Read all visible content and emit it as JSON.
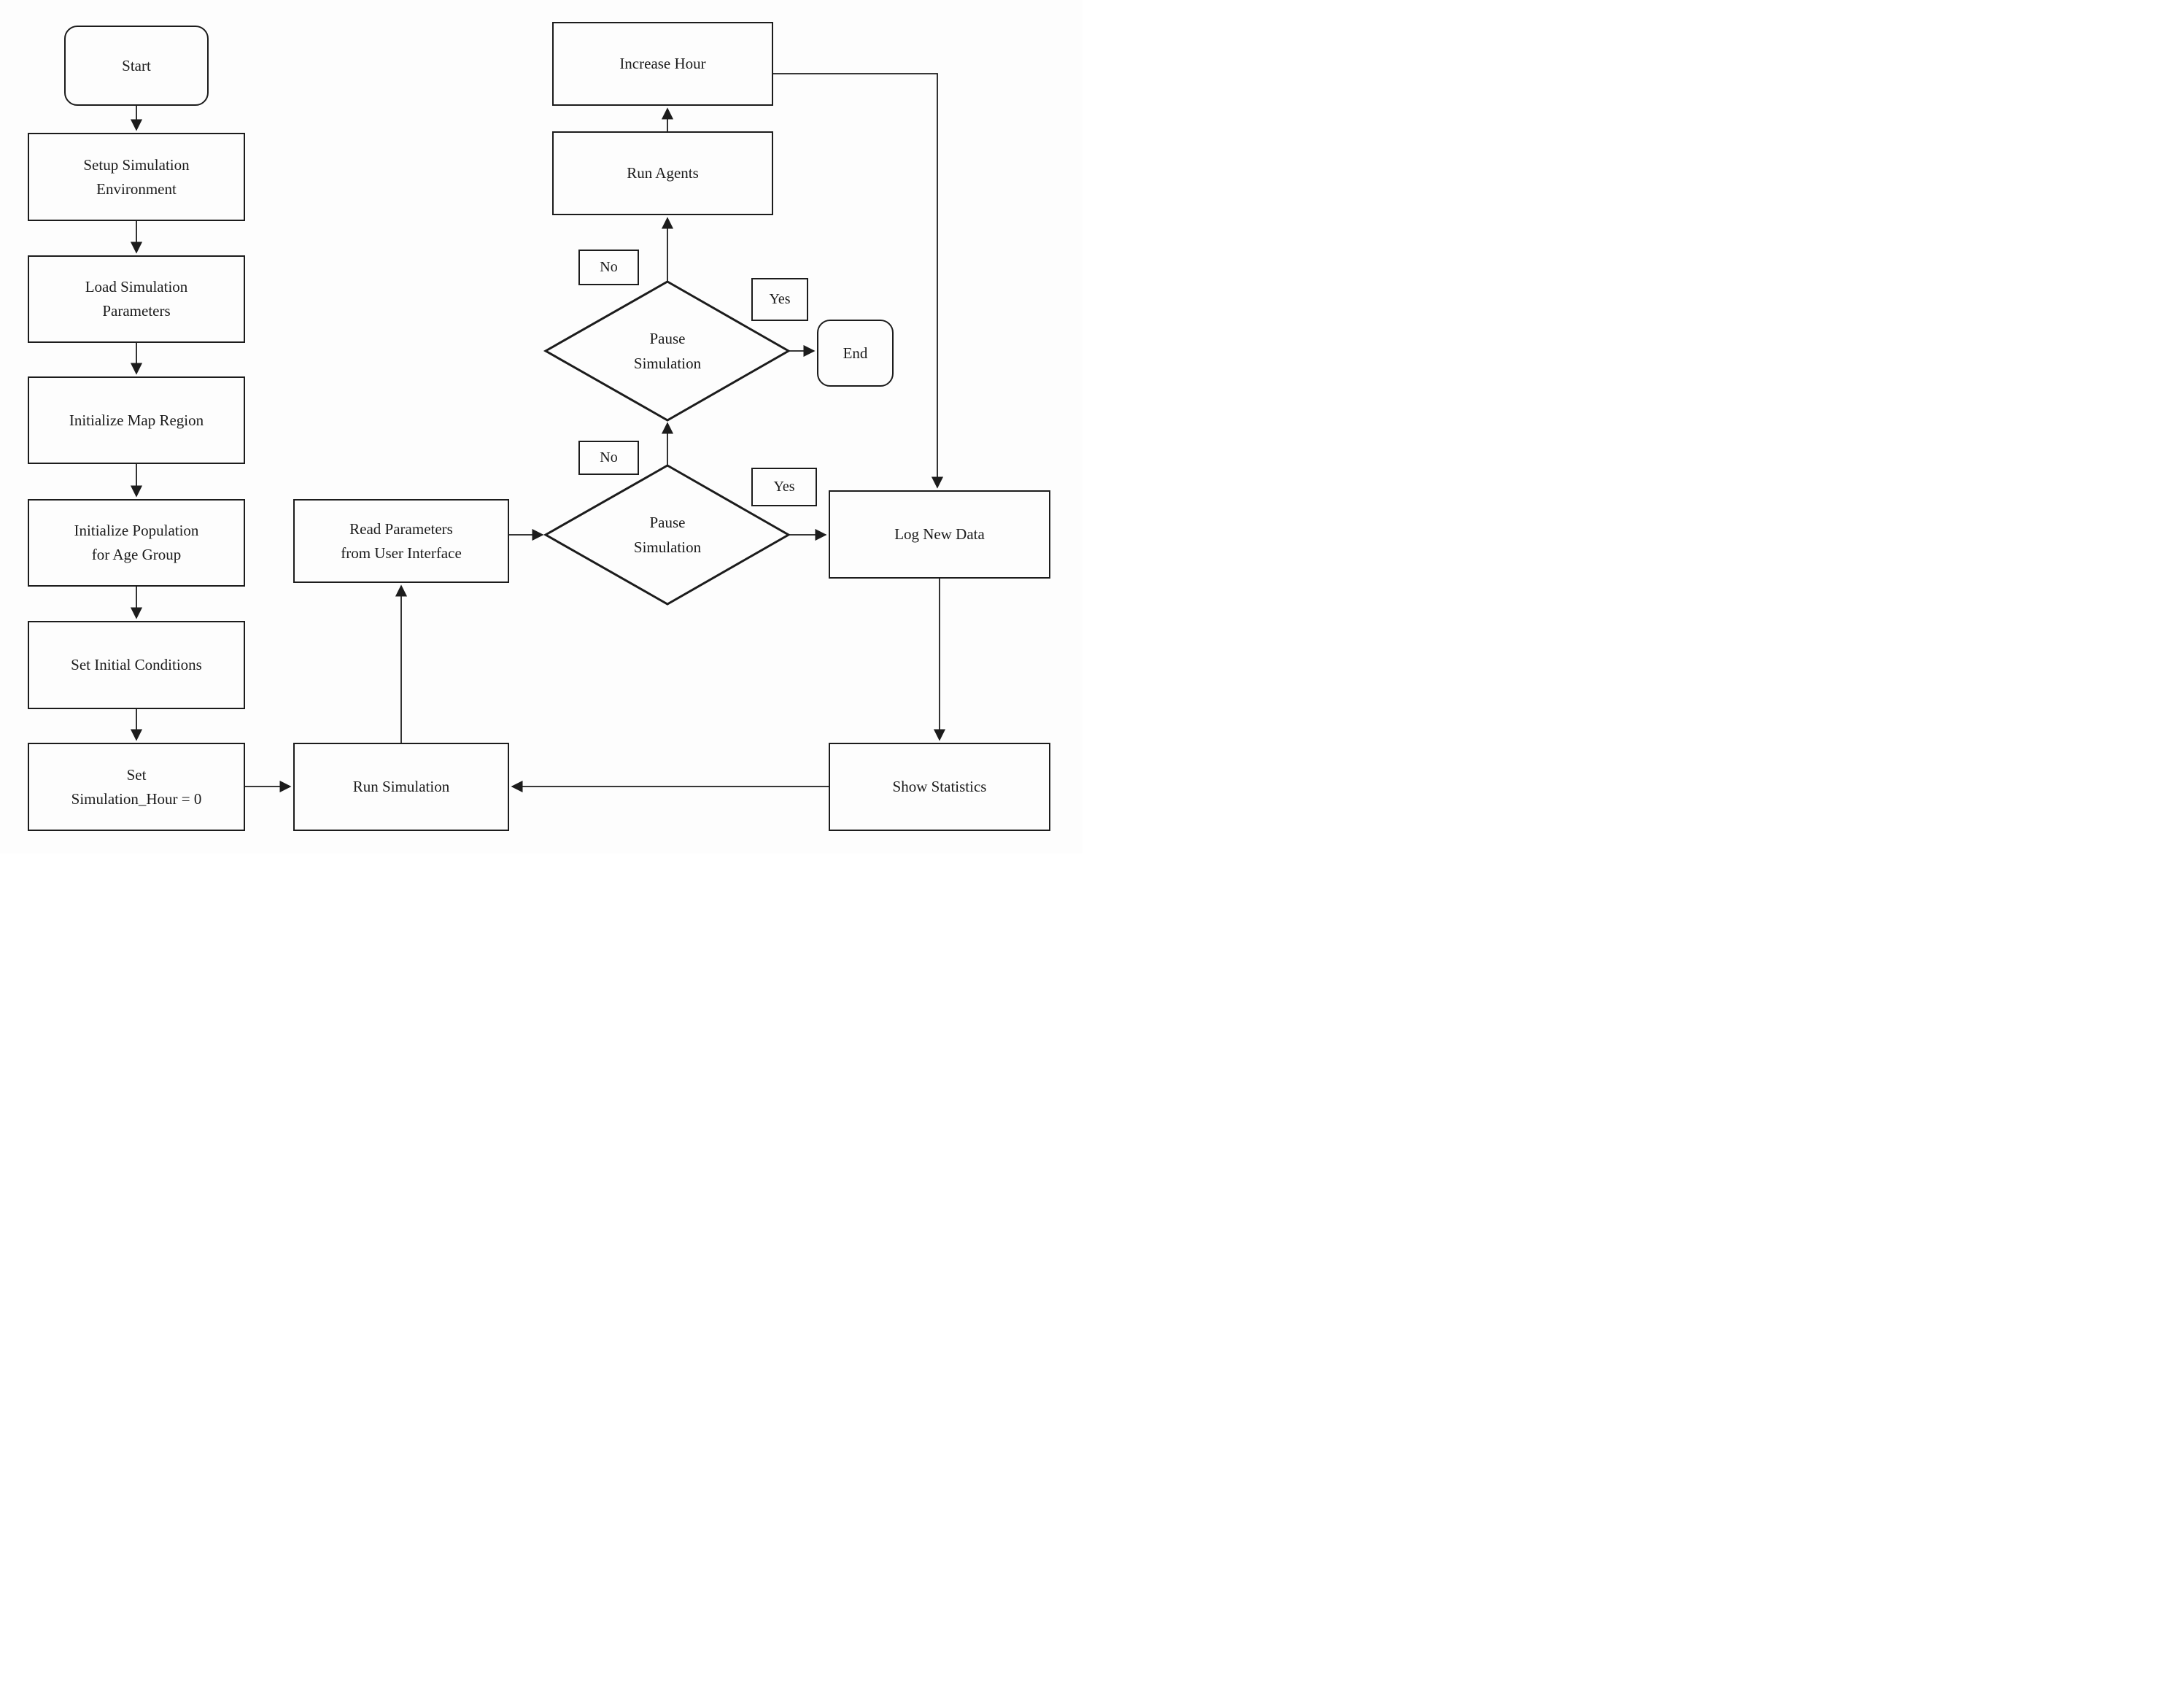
{
  "figure": {
    "type": "flowchart",
    "title": "Simulation loop flowchart",
    "background_color": "#fdfdfd",
    "stroke_color": "#1c1c1c",
    "nodes": {
      "start": {
        "shape": "rounded",
        "label": "Start"
      },
      "setup_env": {
        "shape": "process",
        "lines": [
          "Setup Simulation",
          "Environment"
        ]
      },
      "load_params": {
        "shape": "process",
        "lines": [
          "Load Simulation",
          "Parameters"
        ]
      },
      "init_map": {
        "shape": "process",
        "label": "Initialize Map Region"
      },
      "init_population": {
        "shape": "process",
        "lines": [
          "Initialize Population",
          "for Age Group"
        ]
      },
      "set_initial": {
        "shape": "process",
        "label": "Set Initial Conditions"
      },
      "set_hour": {
        "shape": "process",
        "lines": [
          "Set",
          "Simulation_Hour = 0"
        ]
      },
      "run_simulation": {
        "shape": "process",
        "label": "Run Simulation"
      },
      "read_params": {
        "shape": "process",
        "lines": [
          "Read Parameters",
          "from User Interface"
        ]
      },
      "pause_decision_lower": {
        "shape": "decision",
        "lines": [
          "Pause",
          "Simulation"
        ]
      },
      "pause_decision_upper": {
        "shape": "decision",
        "lines": [
          "Pause",
          "Simulation"
        ]
      },
      "run_agents": {
        "shape": "process",
        "label": "Run Agents"
      },
      "increase_hour": {
        "shape": "process",
        "label": "Increase Hour"
      },
      "log_new_data": {
        "shape": "process",
        "label": "Log New Data"
      },
      "show_statistics": {
        "shape": "process",
        "label": "Show Statistics"
      },
      "end": {
        "shape": "rounded",
        "label": "End"
      }
    },
    "edge_labels": {
      "no_upper": "No",
      "yes_upper": "Yes",
      "no_lower": "No",
      "yes_lower": "Yes"
    },
    "edges": [
      {
        "from": "start",
        "to": "setup_env"
      },
      {
        "from": "setup_env",
        "to": "load_params"
      },
      {
        "from": "load_params",
        "to": "init_map"
      },
      {
        "from": "init_map",
        "to": "init_population"
      },
      {
        "from": "init_population",
        "to": "set_initial"
      },
      {
        "from": "set_initial",
        "to": "set_hour"
      },
      {
        "from": "set_hour",
        "to": "run_simulation"
      },
      {
        "from": "run_simulation",
        "to": "read_params"
      },
      {
        "from": "read_params",
        "to": "pause_decision_lower"
      },
      {
        "from": "pause_decision_lower",
        "to": "log_new_data",
        "label": "Yes"
      },
      {
        "from": "pause_decision_lower",
        "to": "pause_decision_upper",
        "label": "No"
      },
      {
        "from": "pause_decision_upper",
        "to": "end",
        "label": "Yes"
      },
      {
        "from": "pause_decision_upper",
        "to": "run_agents",
        "label": "No"
      },
      {
        "from": "run_agents",
        "to": "increase_hour"
      },
      {
        "from": "increase_hour",
        "to": "log_new_data"
      },
      {
        "from": "log_new_data",
        "to": "show_statistics"
      },
      {
        "from": "show_statistics",
        "to": "run_simulation"
      }
    ]
  }
}
